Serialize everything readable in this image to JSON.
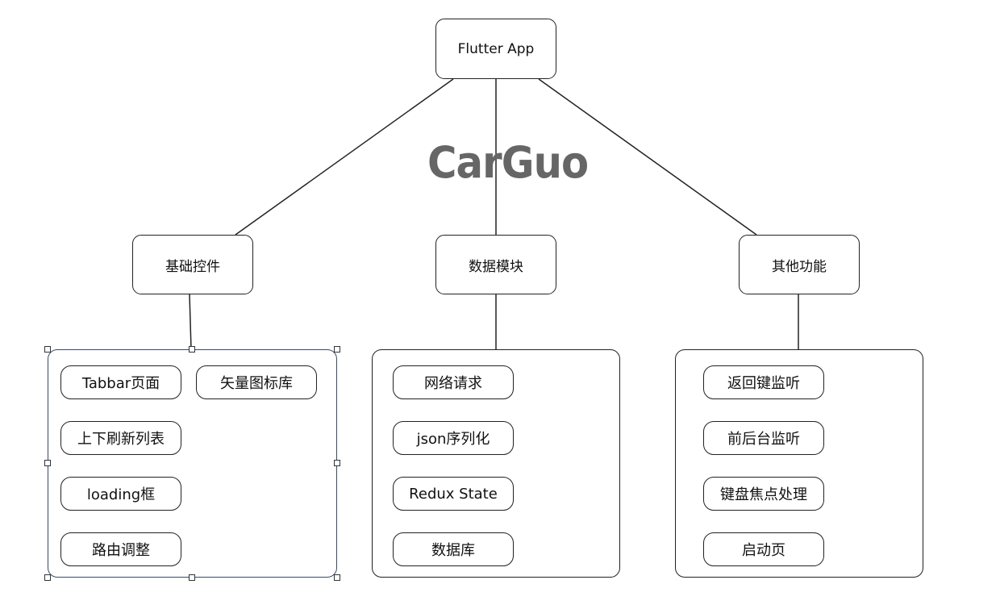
{
  "root": {
    "label": "Flutter App"
  },
  "watermark": {
    "text": "CarGuo"
  },
  "categories": [
    {
      "label": "基础控件",
      "items": [
        "Tabbar页面",
        "矢量图标库",
        "上下刷新列表",
        "loading框",
        "路由调整"
      ]
    },
    {
      "label": "数据模块",
      "items": [
        "网络请求",
        "json序列化",
        "Redux State",
        "数据库"
      ]
    },
    {
      "label": "其他功能",
      "items": [
        "返回键监听",
        "前后台监听",
        "键盘焦点处理",
        "启动页"
      ]
    }
  ],
  "colors": {
    "stroke": "#222222",
    "selection": "#3a4a68",
    "watermark": "#666666"
  }
}
